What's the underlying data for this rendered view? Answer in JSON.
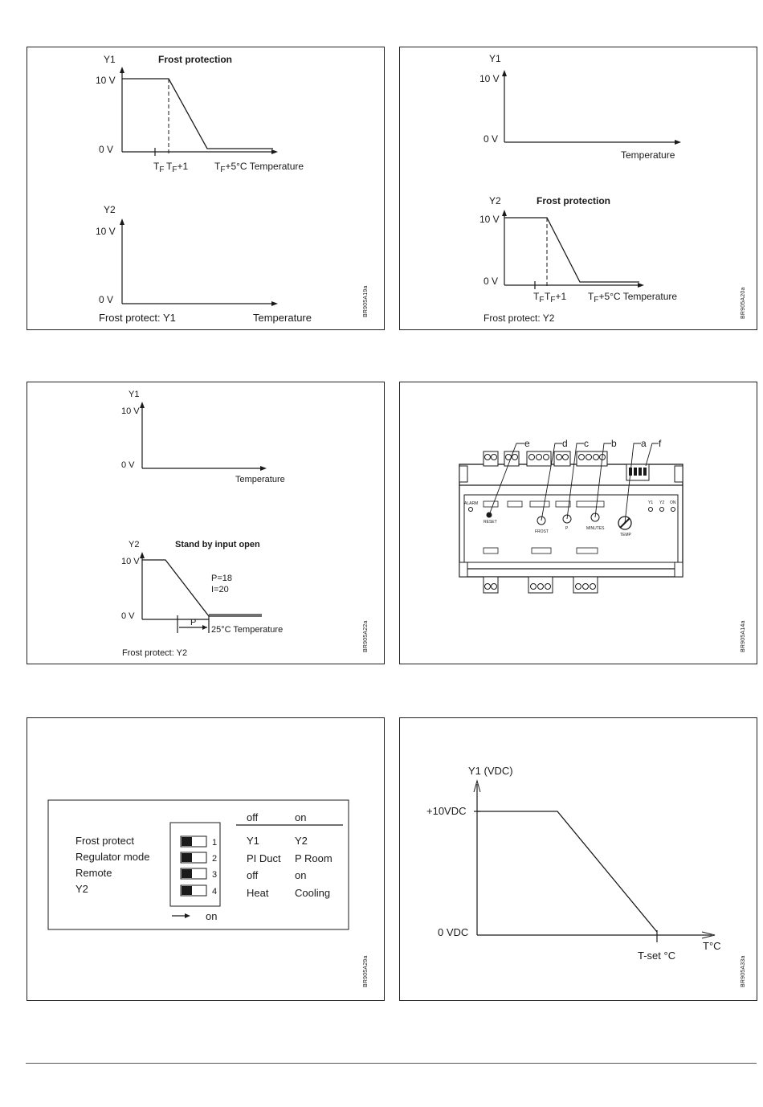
{
  "panels": {
    "p1": {
      "code": "BR905A19a",
      "top_chart": {
        "y_label": "Y1",
        "title": "Frost protection",
        "y_max": "10 V",
        "y_min": "0 V",
        "tick1": "T",
        "tick1_sub": "F",
        "tick2": "T",
        "tick2_sub": "F",
        "tick2_suffix": "+1",
        "tick3": "T",
        "tick3_sub": "F",
        "tick3_suffix": "+5°C Temperature"
      },
      "bottom_chart": {
        "y_label": "Y2",
        "y_max": "10 V",
        "y_min": "0 V",
        "x_label": "Temperature",
        "caption": "Frost protect: Y1"
      }
    },
    "p2": {
      "code": "BR905A20a",
      "top_chart": {
        "y_label": "Y1",
        "y_max": "10 V",
        "y_min": "0 V",
        "x_label": "Temperature"
      },
      "bottom_chart": {
        "y_label": "Y2",
        "title": "Frost protection",
        "y_max": "10 V",
        "y_min": "0 V",
        "tick1": "T",
        "tick1_sub": "F",
        "tick2": "T",
        "tick2_sub": "F",
        "tick2_suffix": "+1",
        "tick3": "T",
        "tick3_sub": "F",
        "tick3_suffix": "+5°C Temperature",
        "caption": "Frost protect: Y2"
      }
    },
    "p3": {
      "code": "BR905A22a",
      "top_chart": {
        "y_label": "Y1",
        "y_max": "10 V",
        "y_min": "0 V",
        "x_label": "Temperature"
      },
      "bottom_chart": {
        "y_label": "Y2",
        "title": "Stand by input open",
        "y_max": "10 V",
        "y_min": "0 V",
        "param_p": "P=18",
        "param_i": "I=20",
        "p_marker": "P",
        "x_label": "25°C Temperature",
        "caption": "Frost protect: Y2"
      }
    },
    "p4": {
      "code": "BR905A14a",
      "callouts": [
        "e",
        "d",
        "c",
        "b",
        "a",
        "f"
      ],
      "labels": {
        "alarm": "ALARM",
        "reset": "RESET",
        "frost": "FROST",
        "p": "P",
        "minutes": "MINUTES",
        "temp": "TEMP",
        "y1": "Y1",
        "y2": "Y2",
        "on": "ON"
      }
    },
    "p5": {
      "code": "BR905A29a",
      "header_off": "off",
      "header_on": "on",
      "rows": [
        {
          "label": "Frost protect",
          "num": "1",
          "off": "Y1",
          "on": "Y2"
        },
        {
          "label": "Regulator mode",
          "num": "2",
          "off": "PI Duct",
          "on": "P Room"
        },
        {
          "label": "Remote",
          "num": "3",
          "off": "off",
          "on": "on"
        },
        {
          "label": "Y2",
          "num": "4",
          "off": "Heat",
          "on": "Cooling"
        }
      ],
      "arrow_label": "on"
    },
    "p6": {
      "code": "BR905A33a",
      "y_label": "Y1  (VDC)",
      "y_max": "+10VDC",
      "y_min": "0 VDC",
      "x_label": "T°C",
      "x_mark": "T-set °C"
    }
  }
}
